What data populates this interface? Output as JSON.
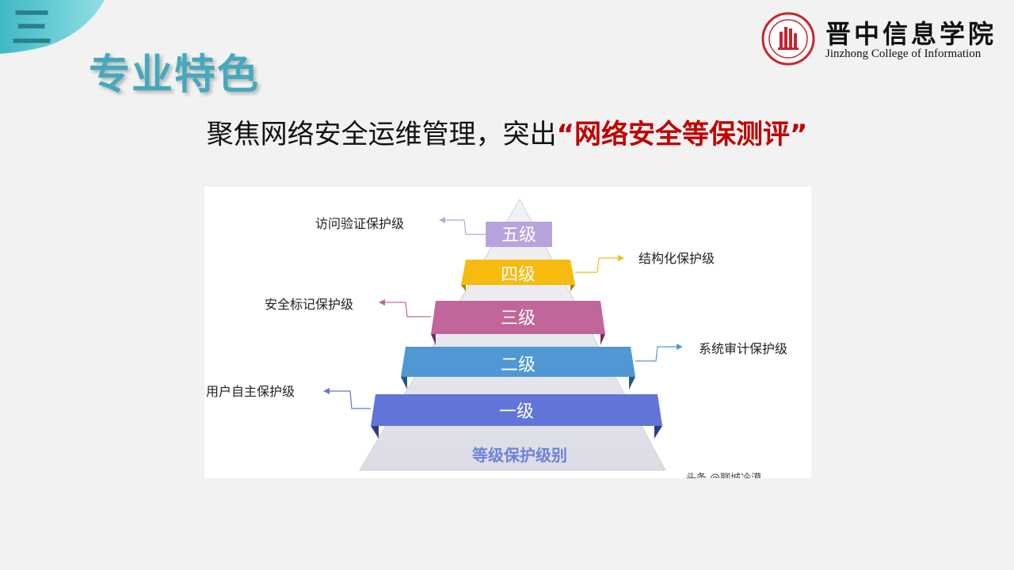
{
  "header": {
    "section_number": "三",
    "title": "专业特色"
  },
  "logo": {
    "name_cn": "晋中信息学院",
    "name_en": "Jinzhong College of Information"
  },
  "headline": {
    "prefix": "聚焦网络安全运维管理，突出",
    "emphasis": "“网络安全等保测评”"
  },
  "pyramid": {
    "base_label": "等级保护级别",
    "levels": [
      {
        "label": "五级",
        "description": "访问验证保护级",
        "color": "#b9a3dc"
      },
      {
        "label": "四级",
        "description": "结构化保护级",
        "color": "#f6bb0e"
      },
      {
        "label": "三级",
        "description": "安全标记保护级",
        "color": "#c1669b"
      },
      {
        "label": "二级",
        "description": "系统审计保护级",
        "color": "#4f98d4"
      },
      {
        "label": "一级",
        "description": "用户自主保护级",
        "color": "#6174d8"
      }
    ],
    "footer_text": "头条 @聊城冷漠"
  },
  "colors": {
    "accent_teal": "#44a9bd",
    "emphasis_red": "#c00000",
    "background": "#f2f2f2"
  }
}
